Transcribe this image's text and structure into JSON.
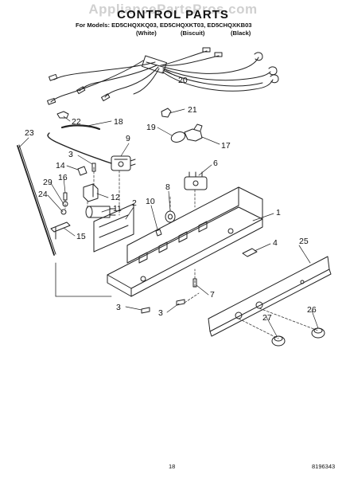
{
  "watermark": "AppliancePartsPros.com",
  "title": "CONTROL PARTS",
  "models_line": "For Models: ED5CHQXKQ03, ED5CHQXKT03, ED5CHQXKB03",
  "variants": [
    "(White)",
    "(Biscuit)",
    "(Black)"
  ],
  "callouts": {
    "c20": "20",
    "c21": "21",
    "c22": "22",
    "c18": "18",
    "c19": "19",
    "c17": "17",
    "c23": "23",
    "c3a": "3",
    "c9": "9",
    "c6": "6",
    "c14": "14",
    "c16": "16",
    "c12": "12",
    "c29": "29",
    "c8": "8",
    "c10": "10",
    "c24": "24",
    "c11": "11",
    "c2": "2",
    "c1": "1",
    "c15": "15",
    "c4": "4",
    "c25": "25",
    "c7": "7",
    "c3b": "3",
    "c3c": "3",
    "c26": "26",
    "c27": "27"
  },
  "page_number": "18",
  "doc_number": "8196343"
}
